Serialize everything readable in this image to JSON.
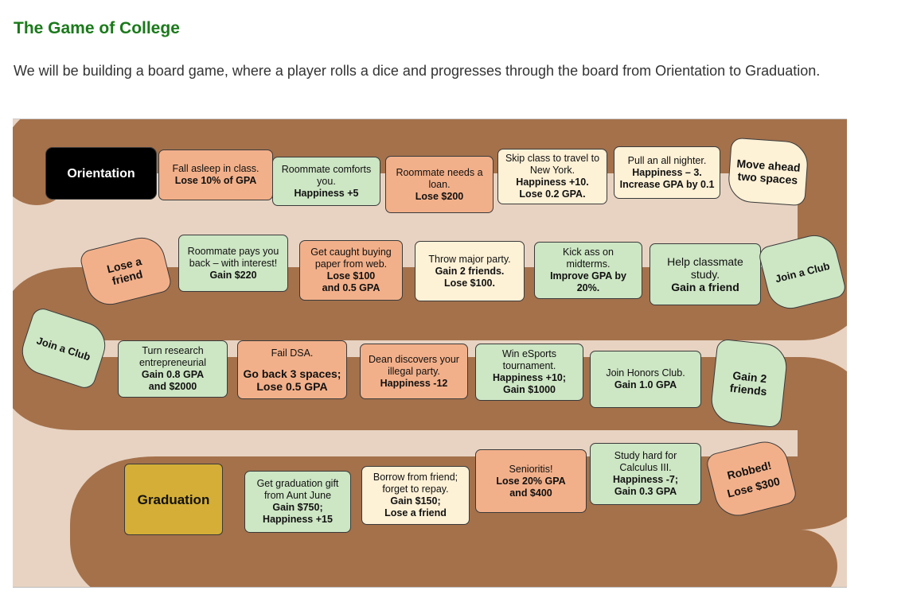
{
  "page": {
    "title": "The Game of College",
    "intro": "We will be building a board game, where a player rolls a dice and progresses through the board from Orientation to Graduation."
  },
  "colors": {
    "title_green": "#1a7a1a",
    "board_background": "#e8d3c2",
    "path_brown": "#a4714b",
    "tile_green": "#cde6c4",
    "tile_orange": "#f2b08a",
    "tile_cream": "#fdf1d6",
    "start_black": "#000000",
    "finish_gold": "#d4ae36"
  },
  "board": {
    "row1": {
      "orientation": "Orientation",
      "fall_asleep": {
        "l1": "Fall asleep in class.",
        "l2": "Lose 10% of GPA"
      },
      "roommate_comforts": {
        "l1": "Roommate comforts",
        "l2": "you.",
        "l3": "Happiness +5"
      },
      "roommate_loan": {
        "l1": "Roommate needs a",
        "l2": "loan.",
        "l3": "Lose $200"
      },
      "skip_class": {
        "l1": "Skip class to travel to",
        "l2": "New York.",
        "l3": "Happiness +10.",
        "l4": "Lose 0.2 GPA."
      },
      "all_nighter": {
        "l1": "Pull an all nighter.",
        "l2": "Happiness – 3.",
        "l3": "Increase GPA by 0.1"
      },
      "move_ahead": {
        "l1": "Move ahead",
        "l2": "two spaces"
      }
    },
    "row2": {
      "lose_friend": {
        "l1": "Lose a",
        "l2": "friend"
      },
      "roommate_pays": {
        "l1": "Roommate pays you",
        "l2": "back – with interest!",
        "l3": "Gain $220"
      },
      "caught_buying": {
        "l1": "Get caught buying",
        "l2": "paper from web.",
        "l3": "Lose $100",
        "l4": "and 0.5 GPA"
      },
      "major_party": {
        "l1": "Throw major party.",
        "l2": "Gain 2 friends.",
        "l3": "Lose $100."
      },
      "kick_midterms": {
        "l1": "Kick ass on",
        "l2": "midterms.",
        "l3": "Improve GPA by",
        "l4": "20%."
      },
      "help_classmate": {
        "l1": "Help classmate",
        "l2": "study.",
        "l3": "Gain a friend"
      },
      "join_club_right": "Join a Club"
    },
    "row3": {
      "join_club_left": "Join a Club",
      "research": {
        "l1": "Turn research",
        "l2": "entrepreneurial",
        "l3": "Gain 0.8 GPA",
        "l4": "and $2000"
      },
      "fail_dsa": {
        "l1": "Fail DSA.",
        "l2": "Go back 3 spaces;",
        "l3": "Lose 0.5 GPA"
      },
      "dean": {
        "l1": "Dean discovers your",
        "l2": "illegal party.",
        "l3": "Happiness -12"
      },
      "esports": {
        "l1": "Win eSports",
        "l2": "tournament.",
        "l3": "Happiness +10;",
        "l4": "Gain $1000"
      },
      "honors": {
        "l1": "Join Honors Club.",
        "l2": "Gain 1.0 GPA"
      },
      "gain_friends": {
        "l1": "Gain 2",
        "l2": "friends"
      }
    },
    "row4": {
      "graduation": "Graduation",
      "grad_gift": {
        "l1": "Get graduation gift",
        "l2": "from Aunt June",
        "l3": "Gain $750;",
        "l4": "Happiness +15"
      },
      "borrow": {
        "l1": "Borrow from friend;",
        "l2": "forget to repay.",
        "l3": "Gain $150;",
        "l4": "Lose a friend"
      },
      "senioritis": {
        "l1": "Senioritis!",
        "l2": "Lose 20% GPA",
        "l3": "and $400"
      },
      "calculus": {
        "l1": "Study hard for",
        "l2": "Calculus III.",
        "l3": "Happiness -7;",
        "l4": "Gain 0.3 GPA"
      },
      "robbed": {
        "l1": "Robbed!",
        "l2": "Lose $300"
      }
    }
  }
}
